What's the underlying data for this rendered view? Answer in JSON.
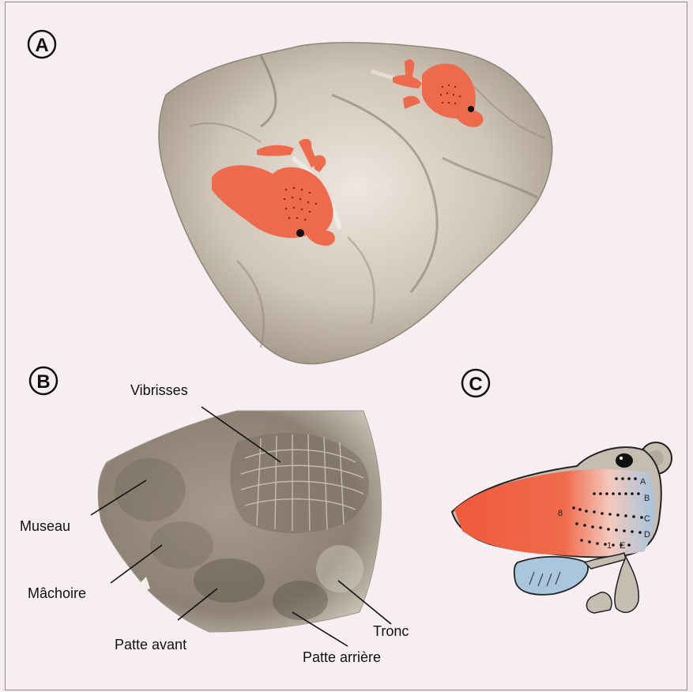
{
  "panels": {
    "a": {
      "letter": "A"
    },
    "b": {
      "letter": "B",
      "labels": {
        "vibrisses": "Vibrisses",
        "museau": "Museau",
        "machoire": "Mâchoire",
        "patte_avant": "Patte avant",
        "patte_arriere": "Patte arrière",
        "tronc": "Tronc"
      }
    },
    "c": {
      "letter": "C",
      "whisker_rows": [
        "A",
        "B",
        "C",
        "D",
        "E"
      ],
      "arc_numbers": [
        "8",
        "1"
      ]
    }
  },
  "colors": {
    "brain": "#c9beb1",
    "map_orange": "#ee6a4c",
    "paw_blue": "#a9c6dc",
    "head_gray": "#c6bdb2"
  }
}
